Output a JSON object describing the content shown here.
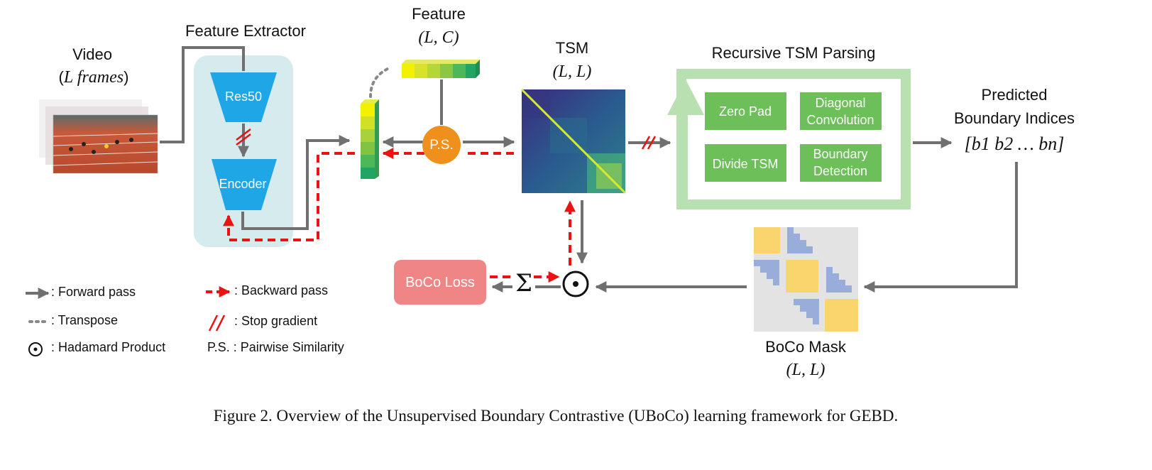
{
  "figure": {
    "video_title": "Video",
    "video_frames": "L frames",
    "feature_extractor_title": "Feature Extractor",
    "res50_label": "Res50",
    "encoder_label": "Encoder",
    "feature_title": "Feature",
    "feature_dims": "(L, C)",
    "ps_label": "P.S.",
    "tsm_title": "TSM",
    "tsm_dims": "(L, L)",
    "parsing_title": "Recursive TSM Parsing",
    "parsing_boxes": {
      "zero_pad": "Zero Pad",
      "diagonal_convolution": [
        "Diagonal",
        "Convolution"
      ],
      "divide_tsm": "Divide TSM",
      "boundary_detection": [
        "Boundary",
        "Detection"
      ]
    },
    "predicted_title": [
      "Predicted",
      "Boundary Indices"
    ],
    "boundary_indices": "[b1 b2 … bn]",
    "boco_mask_title": "BoCo Mask",
    "boco_mask_dims": "(L, L)",
    "boco_loss_label": "BoCo Loss",
    "sum_symbol": "Σ",
    "hadamard_symbol": "⊙"
  },
  "legend": {
    "forward_pass": ": Forward pass",
    "backward_pass": ": Backward pass",
    "transpose": ": Transpose",
    "stop_gradient": ": Stop gradient",
    "hadamard": ": Hadamard Product",
    "ps_abbrev": "P.S.",
    "pairwise": " : Pairwise Similarity"
  },
  "caption": "Figure 2. Overview of the Unsupervised Boundary Contrastive (UBoCo) learning framework for GEBD.",
  "colors": {
    "arrow_gray": "#707070",
    "backward_red": "#ee1111",
    "extractor_bg": "#d5ebee",
    "trapezoid_blue": "#1ea6e6",
    "ps_orange": "#f0901c",
    "parsing_frame": "#b9e0b0",
    "parsing_box": "#6cbf59",
    "boco_loss_pink": "#ef8585",
    "mask_bg": "#e3e3e3",
    "mask_yellow": "#fad56e",
    "mask_blue": "#99addb"
  },
  "icons": [
    "video-frames-image",
    "res50-trapezoid",
    "encoder-trapezoid",
    "feature-vector-vertical",
    "feature-vector-horizontal",
    "tsm-heatmap",
    "boco-mask-grid",
    "hadamard-icon",
    "sum-icon"
  ]
}
